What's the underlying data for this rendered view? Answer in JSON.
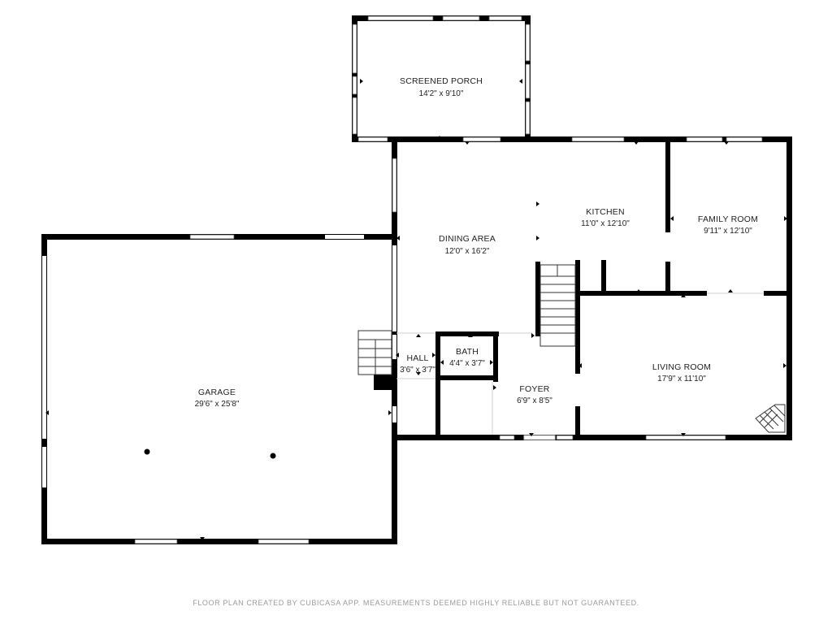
{
  "rooms": {
    "screened_porch": {
      "name": "SCREENED PORCH",
      "size": "14'2\" x 9'10\""
    },
    "kitchen": {
      "name": "KITCHEN",
      "size": "11'0\" x 12'10\""
    },
    "family_room": {
      "name": "FAMILY ROOM",
      "size": "9'11\" x 12'10\""
    },
    "dining_area": {
      "name": "DINING AREA",
      "size": "12'0\" x 16'2\""
    },
    "garage": {
      "name": "GARAGE",
      "size": "29'6\" x 25'8\""
    },
    "hall": {
      "name": "HALL",
      "size": "3'6\" x 3'7\""
    },
    "bath": {
      "name": "BATH",
      "size": "4'4\" x 3'7\""
    },
    "foyer": {
      "name": "FOYER",
      "size": "6'9\" x 8'5\""
    },
    "living_room": {
      "name": "LIVING ROOM",
      "size": "17'9\" x 11'10\""
    }
  },
  "footer": "FLOOR PLAN CREATED BY CUBICASA APP. MEASUREMENTS DEEMED HIGHLY RELIABLE BUT NOT GUARANTEED.",
  "colors": {
    "wall": "#000000",
    "footer_text": "#9a9a9a",
    "label_text": "#222222"
  }
}
